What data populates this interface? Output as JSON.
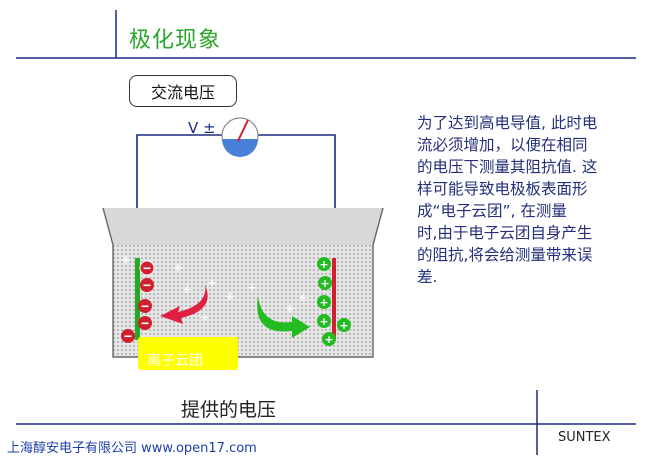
{
  "header": {
    "title": "极化现象"
  },
  "diagram": {
    "ac_label": "交流电压",
    "voltmeter_label": "V ±",
    "electron_cloud_label": "离子云团",
    "caption": "提供的电压",
    "colors": {
      "title": "#2aa52a",
      "wire": "#1a2a80",
      "cathode": "#22aa22",
      "anode": "#d02030",
      "cloud": "#ffff00"
    }
  },
  "description": {
    "lines": [
      "为了达到高电导值, 此时电",
      "流必须增加，以便在相同",
      "的电压下测量其阻抗值. 这",
      "样可能导致电极板表面形",
      "成“电子云团”, 在测量",
      "时,由于电子云团自身产生",
      "的阻抗,将会给测量带来误",
      "差."
    ]
  },
  "footer": {
    "company": "上海醇安电子有限公司 www.open17.com",
    "brand": "SUNTEX"
  }
}
